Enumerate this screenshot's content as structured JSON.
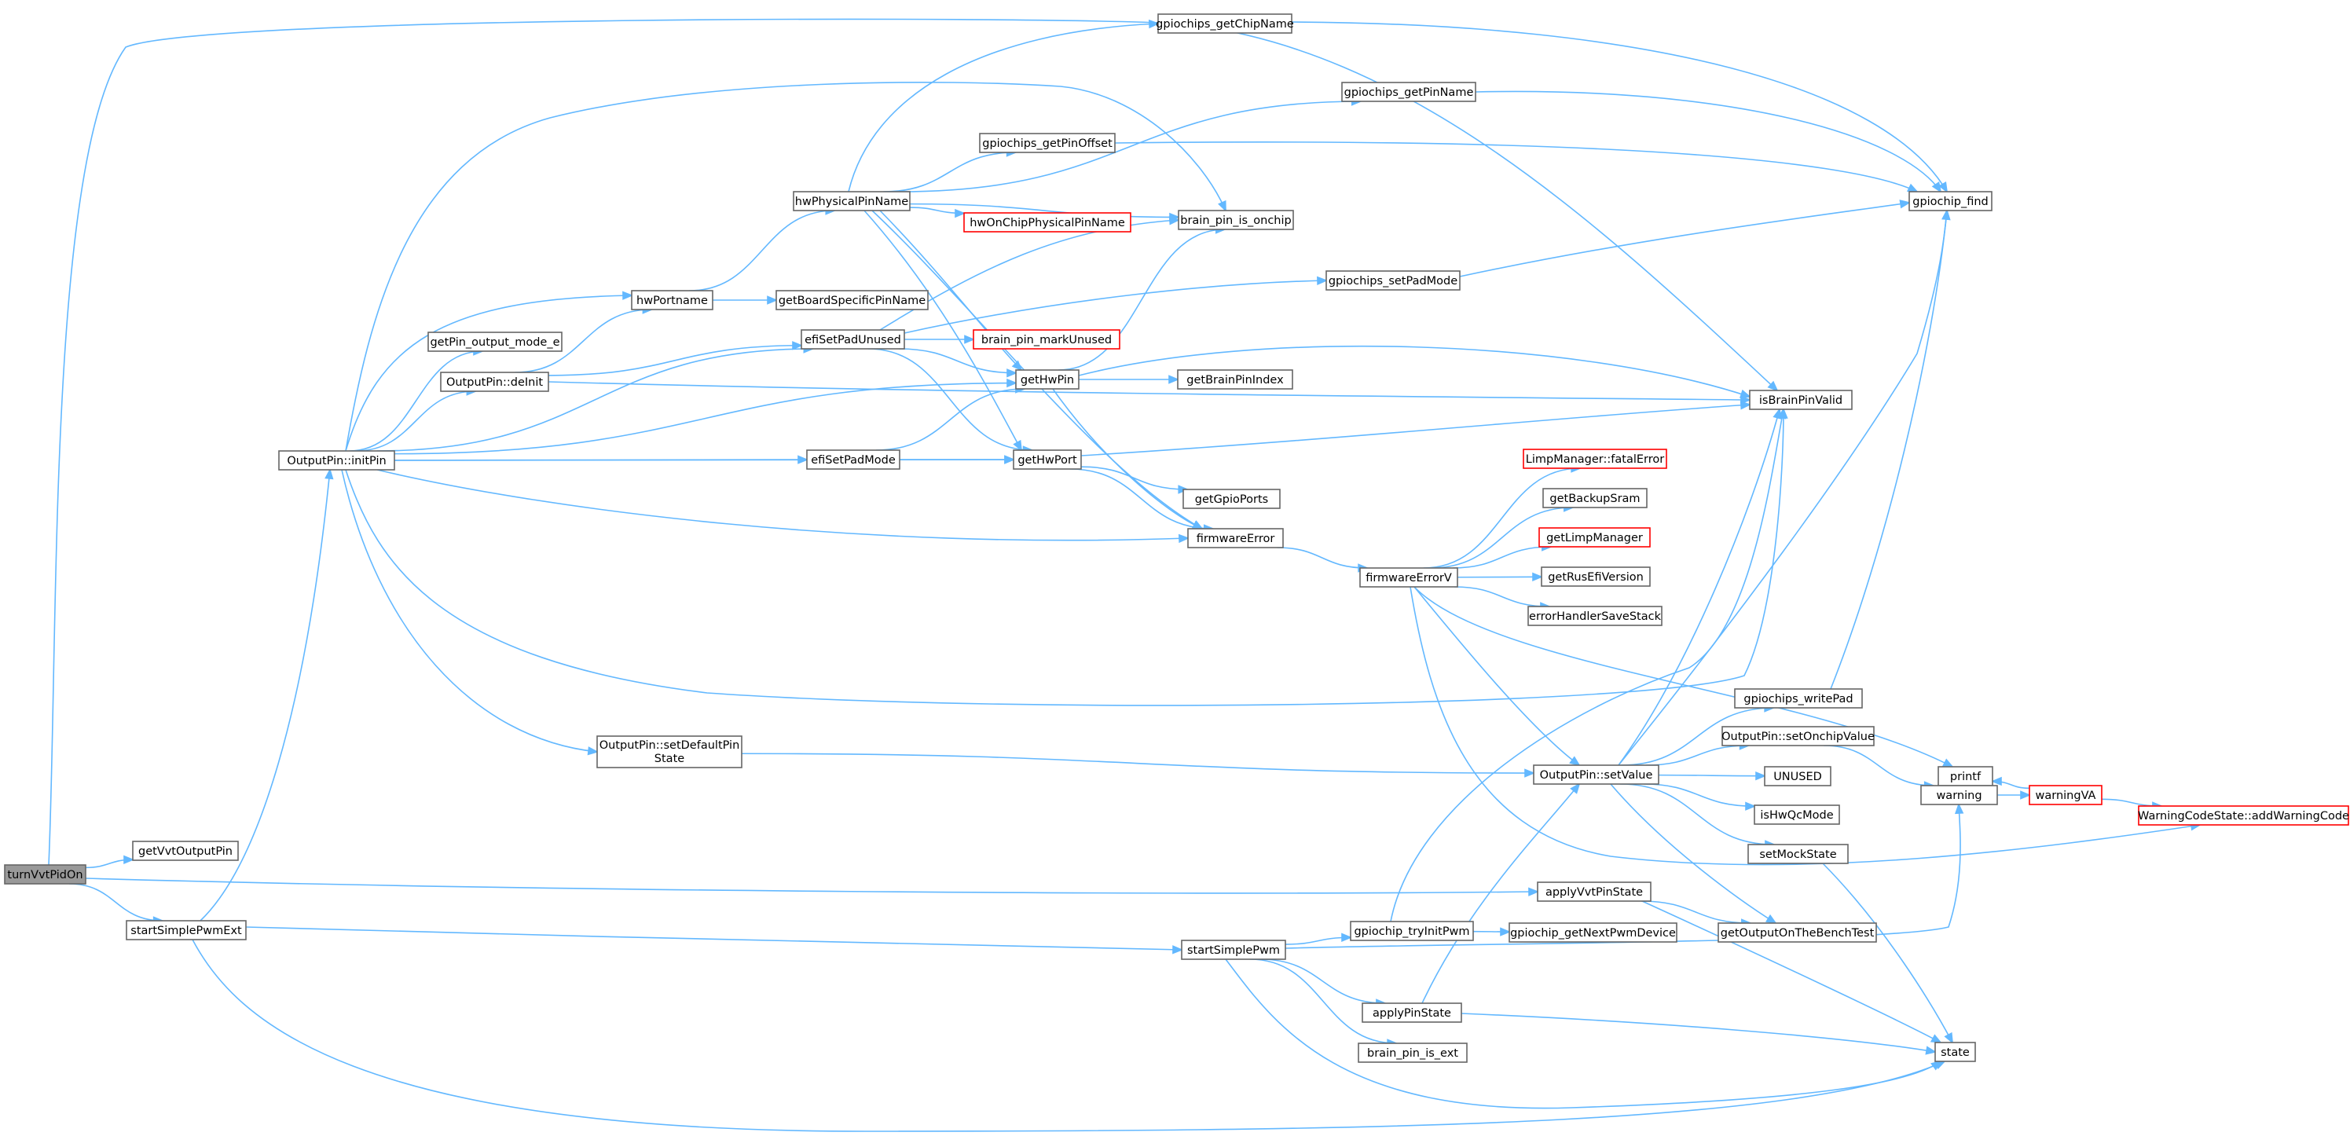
{
  "colors": {
    "edge": "#63b8ff",
    "node_border": "#666666",
    "node_fill": "#ffffff",
    "truncated_border": "#ff0000",
    "root_fill": "#999999",
    "root_border": "#666666",
    "text": "#000000"
  },
  "nodes": [
    {
      "id": "turnVvtPidOn",
      "label": "turnVvtPidOn",
      "root": true
    },
    {
      "id": "getVvtOutputPin",
      "label": "getVvtOutputPin"
    },
    {
      "id": "startSimplePwmExt",
      "label": "startSimplePwmExt"
    },
    {
      "id": "applyVvtPinState",
      "label": "applyVvtPinState"
    },
    {
      "id": "initPin",
      "label": "OutputPin::initPin"
    },
    {
      "id": "isBrainPinValid",
      "label": "isBrainPinValid"
    },
    {
      "id": "startSimplePwm",
      "label": "startSimplePwm"
    },
    {
      "id": "state",
      "label": "state"
    },
    {
      "id": "getPin_output_mode_e",
      "label": "getPin_output_mode_e"
    },
    {
      "id": "deInit",
      "label": "OutputPin::deInit"
    },
    {
      "id": "hwPortname",
      "label": "hwPortname"
    },
    {
      "id": "efiSetPadUnused",
      "label": "efiSetPadUnused"
    },
    {
      "id": "efiSetPadMode",
      "label": "efiSetPadMode"
    },
    {
      "id": "getHwPin",
      "label": "getHwPin"
    },
    {
      "id": "getHwPort",
      "label": "getHwPort"
    },
    {
      "id": "firmwareError",
      "label": "firmwareError"
    },
    {
      "id": "brain_pin_is_onchip",
      "label": "brain_pin_is_onchip"
    },
    {
      "id": "setDefaultPinState",
      "label": "OutputPin::setDefaultPin",
      "label2": "State"
    },
    {
      "id": "setValue",
      "label": "OutputPin::setValue"
    },
    {
      "id": "hwPhysicalPinName",
      "label": "hwPhysicalPinName"
    },
    {
      "id": "getBoardSpecificPinName",
      "label": "getBoardSpecificPinName"
    },
    {
      "id": "gpiochips_getChipName",
      "label": "gpiochips_getChipName"
    },
    {
      "id": "gpiochips_getPinName",
      "label": "gpiochips_getPinName"
    },
    {
      "id": "gpiochips_getPinOffset",
      "label": "gpiochips_getPinOffset"
    },
    {
      "id": "hwOnChipPhysicalPinName",
      "label": "hwOnChipPhysicalPinName",
      "truncated": true
    },
    {
      "id": "gpiochip_find",
      "label": "gpiochip_find"
    },
    {
      "id": "gpiochips_setPadMode",
      "label": "gpiochips_setPadMode"
    },
    {
      "id": "brain_pin_markUnused",
      "label": "brain_pin_markUnused",
      "truncated": true
    },
    {
      "id": "getBrainPinIndex",
      "label": "getBrainPinIndex"
    },
    {
      "id": "getGpioPorts",
      "label": "getGpioPorts"
    },
    {
      "id": "firmwareErrorV",
      "label": "firmwareErrorV"
    },
    {
      "id": "fatalError",
      "label": "LimpManager::fatalError",
      "truncated": true
    },
    {
      "id": "getBackupSram",
      "label": "getBackupSram"
    },
    {
      "id": "getLimpManager",
      "label": "getLimpManager",
      "truncated": true
    },
    {
      "id": "getRusEfiVersion",
      "label": "getRusEfiVersion"
    },
    {
      "id": "errorHandlerSaveStack",
      "label": "errorHandlerSaveStack"
    },
    {
      "id": "printf",
      "label": "printf"
    },
    {
      "id": "addWarningCode",
      "label": "WarningCodeState::addWarningCode",
      "truncated": true
    },
    {
      "id": "gpiochips_writePad",
      "label": "gpiochips_writePad"
    },
    {
      "id": "setOnchipValue",
      "label": "OutputPin::setOnchipValue"
    },
    {
      "id": "UNUSED",
      "label": "UNUSED"
    },
    {
      "id": "isHwQcMode",
      "label": "isHwQcMode"
    },
    {
      "id": "setMockState",
      "label": "setMockState"
    },
    {
      "id": "getOutputOnTheBenchTest",
      "label": "getOutputOnTheBenchTest"
    },
    {
      "id": "warning",
      "label": "warning"
    },
    {
      "id": "warningVA",
      "label": "warningVA",
      "truncated": true
    },
    {
      "id": "gpiochip_tryInitPwm",
      "label": "gpiochip_tryInitPwm"
    },
    {
      "id": "gpiochip_getNextPwmDevice",
      "label": "gpiochip_getNextPwmDevice"
    },
    {
      "id": "applyPinState",
      "label": "applyPinState"
    },
    {
      "id": "brain_pin_is_ext",
      "label": "brain_pin_is_ext"
    }
  ],
  "edges": [
    [
      "turnVvtPidOn",
      "getVvtOutputPin"
    ],
    [
      "turnVvtPidOn",
      "startSimplePwmExt"
    ],
    [
      "turnVvtPidOn",
      "applyVvtPinState"
    ],
    [
      "turnVvtPidOn",
      "isBrainPinValid"
    ],
    [
      "startSimplePwmExt",
      "initPin"
    ],
    [
      "startSimplePwmExt",
      "startSimplePwm"
    ],
    [
      "startSimplePwmExt",
      "state"
    ],
    [
      "initPin",
      "brain_pin_is_onchip"
    ],
    [
      "initPin",
      "hwPortname"
    ],
    [
      "initPin",
      "getPin_output_mode_e"
    ],
    [
      "initPin",
      "deInit"
    ],
    [
      "initPin",
      "efiSetPadUnused"
    ],
    [
      "initPin",
      "getHwPin"
    ],
    [
      "initPin",
      "efiSetPadMode"
    ],
    [
      "initPin",
      "getHwPort"
    ],
    [
      "initPin",
      "firmwareError"
    ],
    [
      "initPin",
      "isBrainPinValid"
    ],
    [
      "initPin",
      "setDefaultPinState"
    ],
    [
      "deInit",
      "hwPortname"
    ],
    [
      "deInit",
      "efiSetPadUnused"
    ],
    [
      "deInit",
      "isBrainPinValid"
    ],
    [
      "hwPortname",
      "hwPhysicalPinName"
    ],
    [
      "hwPortname",
      "getBoardSpecificPinName"
    ],
    [
      "hwPhysicalPinName",
      "gpiochips_getChipName"
    ],
    [
      "hwPhysicalPinName",
      "gpiochips_getPinName"
    ],
    [
      "hwPhysicalPinName",
      "gpiochips_getPinOffset"
    ],
    [
      "hwPhysicalPinName",
      "brain_pin_is_onchip"
    ],
    [
      "hwPhysicalPinName",
      "hwOnChipPhysicalPinName"
    ],
    [
      "hwPhysicalPinName",
      "getHwPin"
    ],
    [
      "hwPhysicalPinName",
      "getHwPort"
    ],
    [
      "hwPhysicalPinName",
      "firmwareError"
    ],
    [
      "gpiochips_getChipName",
      "gpiochip_find"
    ],
    [
      "gpiochips_getPinName",
      "gpiochip_find"
    ],
    [
      "gpiochips_getPinOffset",
      "gpiochip_find"
    ],
    [
      "gpiochips_setPadMode",
      "gpiochip_find"
    ],
    [
      "efiSetPadUnused",
      "brain_pin_is_onchip"
    ],
    [
      "efiSetPadUnused",
      "gpiochips_setPadMode"
    ],
    [
      "efiSetPadUnused",
      "brain_pin_markUnused"
    ],
    [
      "efiSetPadUnused",
      "getHwPin"
    ],
    [
      "efiSetPadUnused",
      "getHwPort"
    ],
    [
      "efiSetPadMode",
      "getHwPin"
    ],
    [
      "efiSetPadMode",
      "getHwPort"
    ],
    [
      "getHwPin",
      "brain_pin_is_onchip"
    ],
    [
      "getHwPin",
      "getBrainPinIndex"
    ],
    [
      "getHwPin",
      "isBrainPinValid"
    ],
    [
      "getHwPin",
      "firmwareError"
    ],
    [
      "getHwPort",
      "isBrainPinValid"
    ],
    [
      "getHwPort",
      "getGpioPorts"
    ],
    [
      "getHwPort",
      "firmwareError"
    ],
    [
      "firmwareError",
      "firmwareErrorV"
    ],
    [
      "firmwareErrorV",
      "fatalError"
    ],
    [
      "firmwareErrorV",
      "getBackupSram"
    ],
    [
      "firmwareErrorV",
      "getLimpManager"
    ],
    [
      "firmwareErrorV",
      "getRusEfiVersion"
    ],
    [
      "firmwareErrorV",
      "errorHandlerSaveStack"
    ],
    [
      "firmwareErrorV",
      "printf"
    ],
    [
      "firmwareErrorV",
      "setValue"
    ],
    [
      "firmwareErrorV",
      "addWarningCode"
    ],
    [
      "setDefaultPinState",
      "setValue"
    ],
    [
      "setValue",
      "isBrainPinValid"
    ],
    [
      "setValue",
      "gpiochips_writePad"
    ],
    [
      "setValue",
      "setOnchipValue"
    ],
    [
      "setValue",
      "UNUSED"
    ],
    [
      "setValue",
      "isHwQcMode"
    ],
    [
      "setValue",
      "setMockState"
    ],
    [
      "setValue",
      "getOutputOnTheBenchTest"
    ],
    [
      "setValue",
      "gpiochip_find"
    ],
    [
      "gpiochips_writePad",
      "gpiochip_find"
    ],
    [
      "setOnchipValue",
      "warning"
    ],
    [
      "warning",
      "warningVA"
    ],
    [
      "warningVA",
      "printf"
    ],
    [
      "warningVA",
      "addWarningCode"
    ],
    [
      "setMockState",
      "state"
    ],
    [
      "applyVvtPinState",
      "getOutputOnTheBenchTest"
    ],
    [
      "applyVvtPinState",
      "state"
    ],
    [
      "startSimplePwm",
      "gpiochip_tryInitPwm"
    ],
    [
      "startSimplePwm",
      "applyPinState"
    ],
    [
      "startSimplePwm",
      "brain_pin_is_ext"
    ],
    [
      "startSimplePwm",
      "state"
    ],
    [
      "startSimplePwm",
      "warning"
    ],
    [
      "gpiochip_tryInitPwm",
      "gpiochip_getNextPwmDevice"
    ],
    [
      "gpiochip_tryInitPwm",
      "isBrainPinValid"
    ],
    [
      "applyPinState",
      "setValue"
    ],
    [
      "applyPinState",
      "state"
    ]
  ]
}
